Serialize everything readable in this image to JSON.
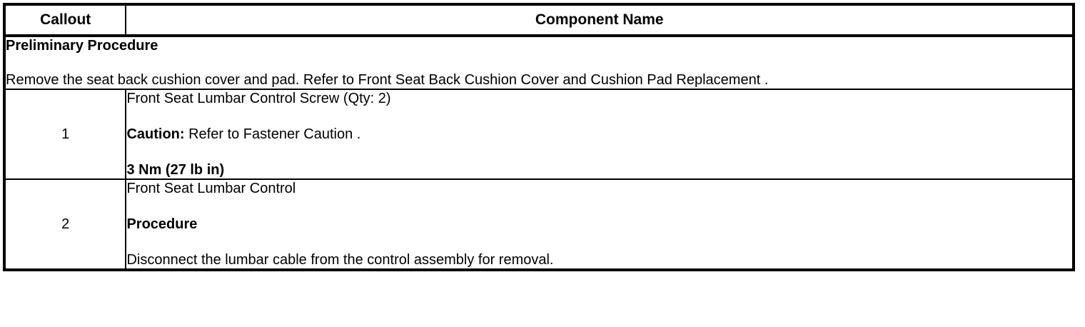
{
  "document": {
    "type": "service-manual-component-table"
  },
  "table": {
    "headers": {
      "callout": "Callout",
      "component_name": "Component Name"
    },
    "preliminary": {
      "title": "Preliminary Procedure",
      "text": "Remove the seat back cushion cover and pad. Refer to Front Seat Back Cushion Cover and Cushion Pad Replacement ."
    },
    "rows": [
      {
        "callout": "1",
        "name": "Front Seat Lumbar Control Screw (Qty: 2)",
        "caution_label": "Caution:",
        "caution_text": " Refer to Fastener Caution .",
        "torque": "3 Nm (27 lb in)"
      },
      {
        "callout": "2",
        "name": "Front Seat Lumbar Control",
        "procedure_label": "Procedure",
        "procedure_text": "Disconnect the lumbar cable from the control assembly for removal."
      }
    ]
  }
}
